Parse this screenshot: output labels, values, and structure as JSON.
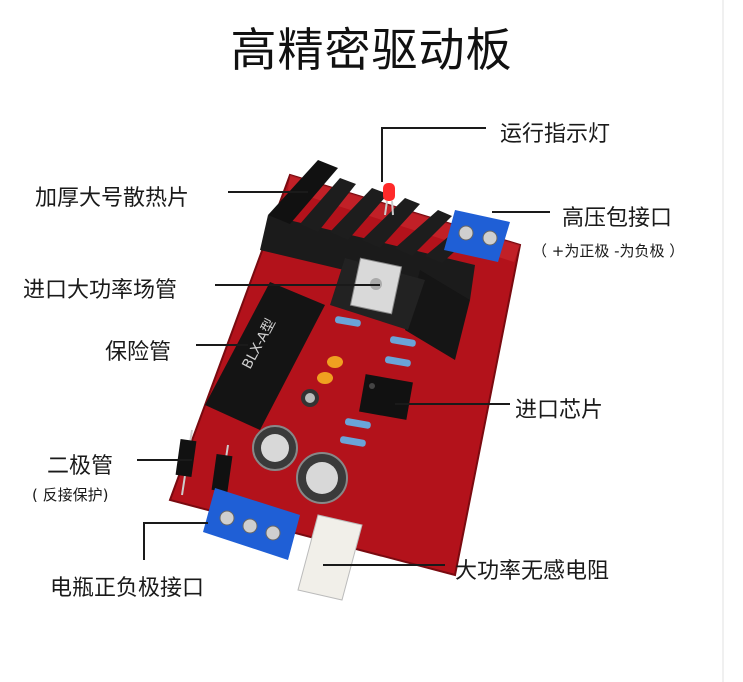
{
  "title": "高精密驱动板",
  "labels": {
    "indicator_light": "运行指示灯",
    "heatsink": "加厚大号散热片",
    "hv_coil_port": "高压包接口",
    "hv_coil_note": "（ +为正极 -为负极 ）",
    "power_transistor": "进口大功率场管",
    "fuse": "保险管",
    "chip": "进口芯片",
    "diode": "二极管",
    "diode_note": "( 反接保护)",
    "battery_port": "电瓶正负极接口",
    "resistor": "大功率无感电阻"
  },
  "board_marks": {
    "fuse_text": "BLX-A型"
  },
  "colors": {
    "board": "#b3121b",
    "heatsink": "#161616",
    "terminal_blue": "#1f5fd6",
    "line": "#1a1a1a"
  }
}
